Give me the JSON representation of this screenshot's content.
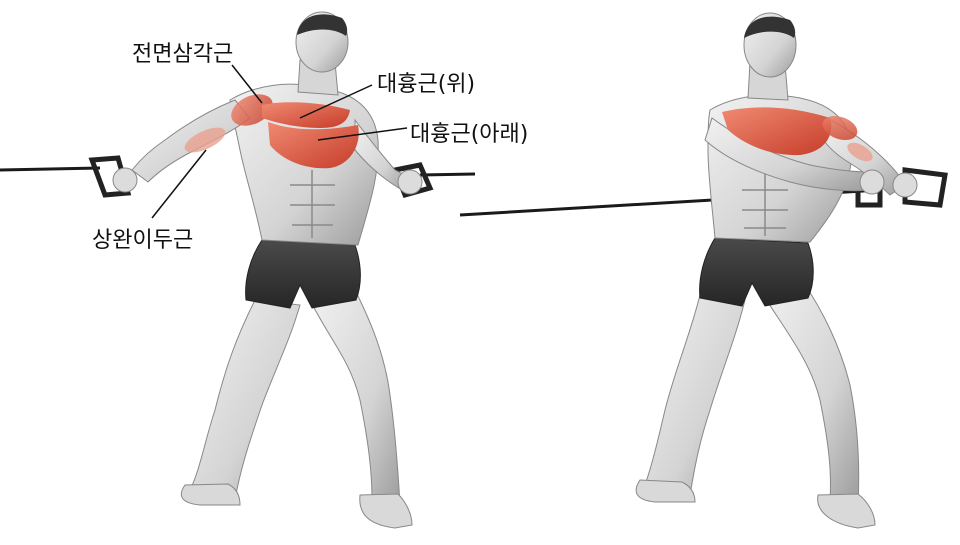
{
  "labels": {
    "anterior_deltoid": "전면삼각근",
    "upper_pectoral": "대흉근(위)",
    "lower_pectoral": "대흉근(아래)",
    "biceps": "상완이두근"
  },
  "colors": {
    "muscle_highlight": "#d8553f",
    "body_light": "#e9e9e9",
    "body_mid": "#bdbdbd",
    "body_dark": "#7a7a7a",
    "shorts": "#3a3a3a",
    "cable": "#1a1a1a"
  }
}
